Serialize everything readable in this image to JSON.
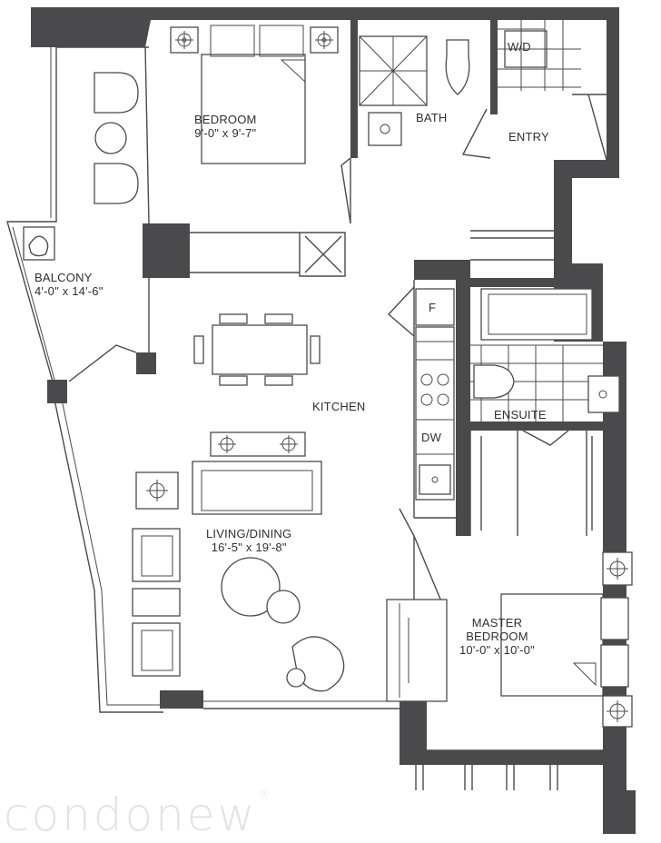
{
  "rooms": {
    "bedroom": {
      "name": "BEDROOM",
      "size": "9'-0\" x 9'-7\""
    },
    "bath": {
      "name": "BATH"
    },
    "wd": {
      "name": "W/D"
    },
    "entry": {
      "name": "ENTRY"
    },
    "balcony": {
      "name": "BALCONY",
      "size": "4'-0\" x 14'-6\""
    },
    "kitchen": {
      "name": "KITCHEN"
    },
    "fridge": {
      "name": "F"
    },
    "dishwasher": {
      "name": "DW"
    },
    "ensuite": {
      "name": "ENSUITE"
    },
    "living": {
      "name": "LIVING/DINING",
      "size": "16'-5\" x 19'-8\""
    },
    "master": {
      "name": "MASTER",
      "name2": "BEDROOM",
      "size": "10'-0\" x 10'-0\""
    }
  },
  "watermark": "condonew",
  "watermark_mark": "®",
  "colors": {
    "wall": "#4a4a4c",
    "text": "#2f2f31",
    "watermark": "#e3e3e3"
  }
}
